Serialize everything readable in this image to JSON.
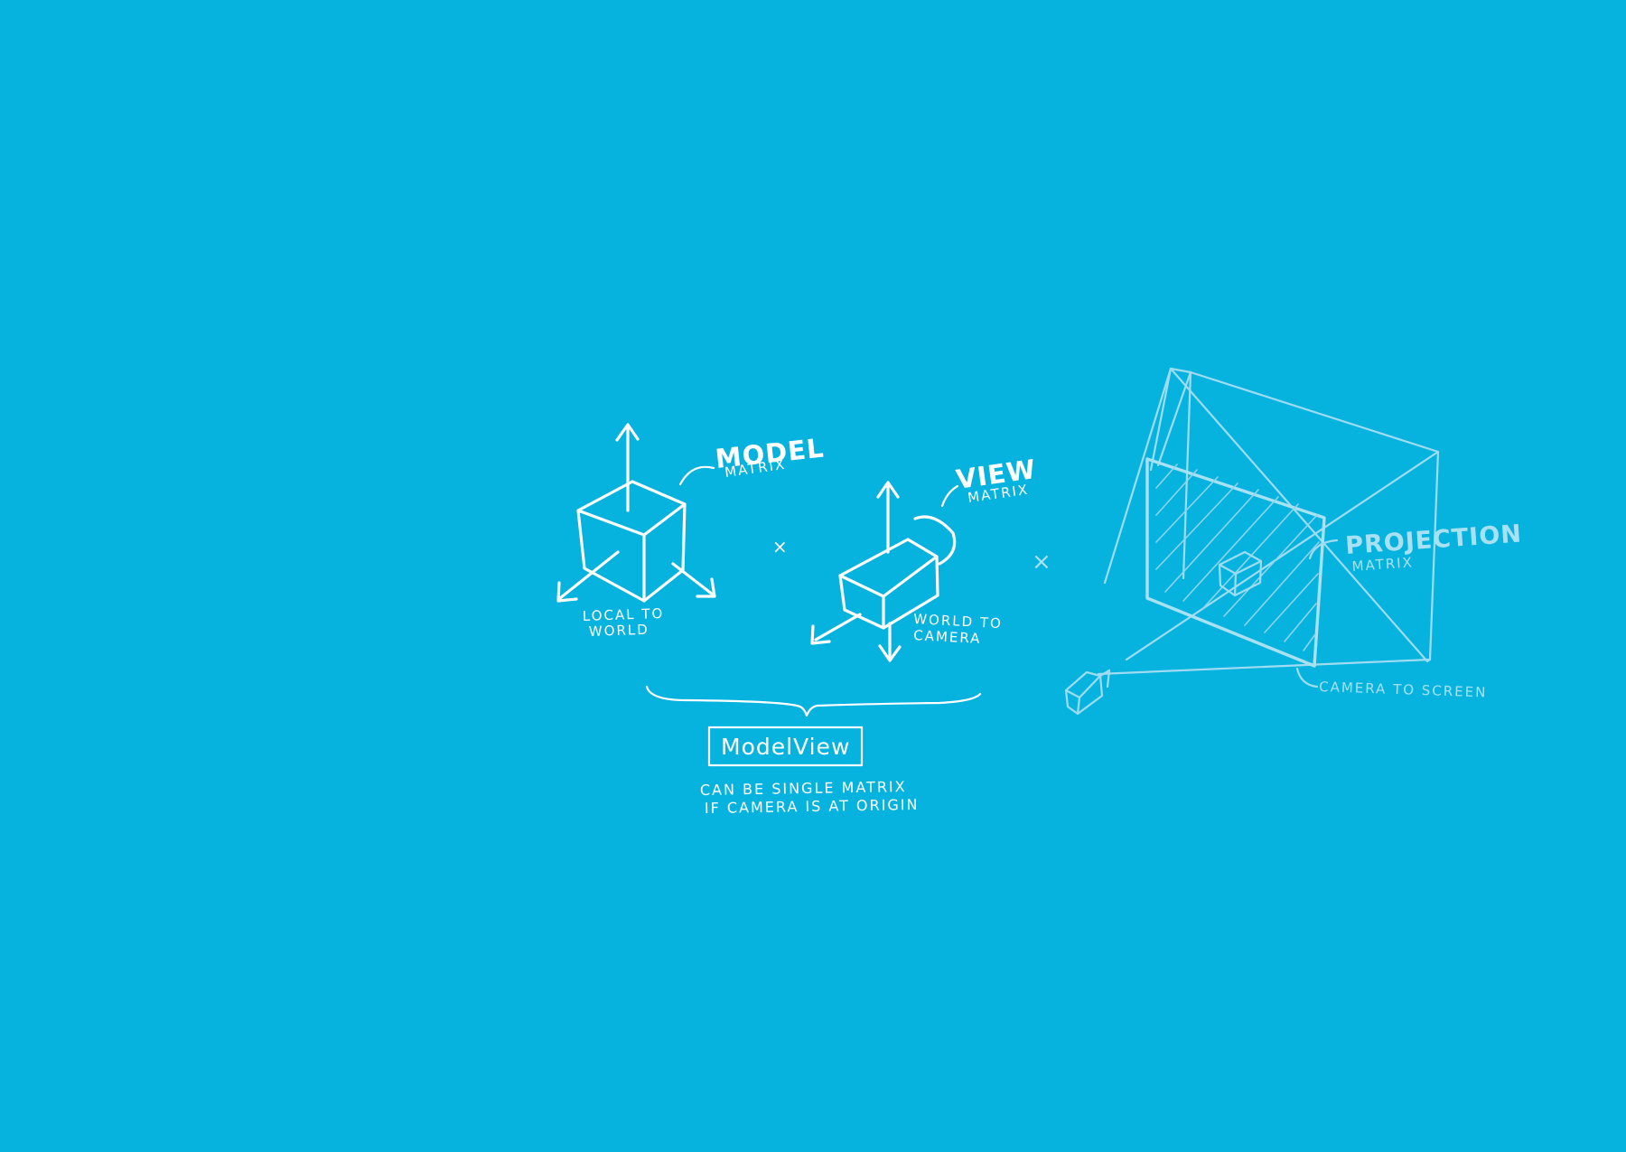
{
  "model": {
    "title": "MODEL",
    "subtitle": "MATRIX",
    "caption_line1": "LOCAL TO",
    "caption_line2": "WORLD"
  },
  "operator_1": "×",
  "view": {
    "title": "VIEW",
    "subtitle": "MATRIX",
    "caption_line1": "WORLD TO",
    "caption_line2": "CAMERA"
  },
  "operator_2": "×",
  "projection": {
    "title": "PROJECTION",
    "subtitle": "MATRIX",
    "caption": "CAMERA TO SCREEN"
  },
  "modelview": {
    "label": "ModelView",
    "note_line1": "CAN BE SINGLE MATRIX",
    "note_line2": "IF CAMERA IS AT ORIGIN"
  },
  "colors": {
    "background": "#06b3de",
    "chalk": "#ffffff",
    "faint_chalk": "#a9e1f4"
  }
}
